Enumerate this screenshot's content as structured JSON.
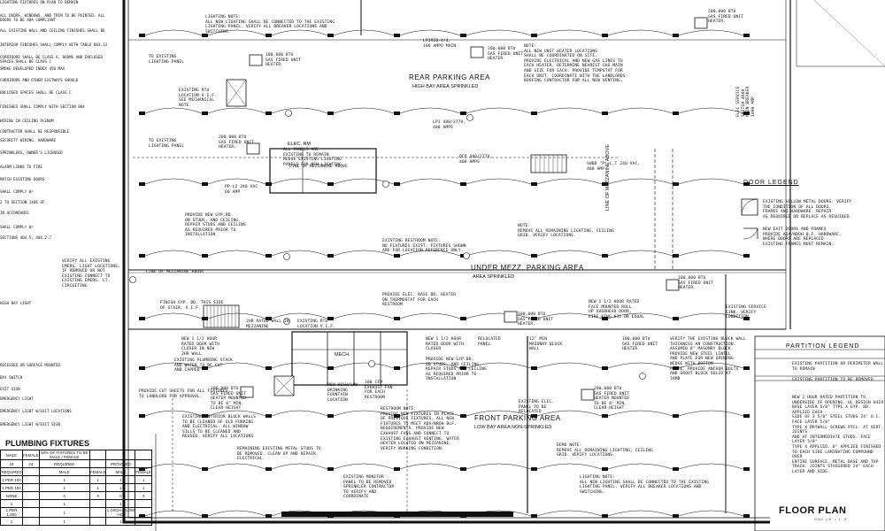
{
  "left_notes": [
    "LIGHTING FIXTURES ON PLAN TO REMAIN",
    "ALL DOORS, WINDOWS, AND TRIM TO BE PAINTED. ALL DOORS TO BE ADA COMPLIANT",
    "ALL EXISTING WALL AND CEILING FINISHES SHALL BE",
    "INTERIOR FINISHES SHALL COMPLY WITH TABLE 803.13",
    "CORRIDORS SHALL BE CLASS A, ROOMS AND ENCLOSED SPACES SHALL BE CLASS C",
    "SMOKE DEVELOPED INDEX 450 MAX",
    "CORRIDORS AND OTHER EXITWAYS SHOULD",
    "ENCLOSED SPACES SHALL BE CLASS C",
    "FINISHES SHALL COMPLY WITH SECTION 804",
    "WIRING IN CEILING PLENUM",
    "CONTRACTOR SHALL BE RESPONSIBLE",
    "SECURITY WIRING, HARDWARE",
    "SPRINKLERS, OWNER'S LICENSED",
    "ALARM LINKS TO FIRE",
    "MATCH EXISTING DOORS",
    "SHALL COMPLY W/",
    "2 TO SECTION 1406 OF",
    "IN ACCORDANCE",
    "SHALL COMPLY W/",
    "SECTIONS 404.5, 404.2.7",
    "HIGH BAY LIGHT",
    "RECESSED OR SURFACE MOUNTED",
    "BAY SWITCH",
    "EXIT SIGN",
    "EMERGENCY LIGHT",
    "EMERGENCY LIGHT W/EXIT LOCATIONS",
    "EMERGENCY LIGHT W/EXIT SIGN"
  ],
  "notes": {
    "lighting_top": "LIGHTING NOTE:\nALL NEW LIGHTING SHALL BE CONNECTED TO THE EXISTING\nLIGHTING PANEL. VERIFY ALL BREAKER LOCATIONS AND\nSWITCHING.",
    "lighting_panel_1": "TO EXISTING\nLIGHTING PANEL",
    "lighting_panel_2": "TO EXISTING\nLIGHTING PANEL",
    "heater_100k_a": "100,000 BTU\nGAS FIRED UNIT\nHEATER.",
    "existing_rtu": "EXISTING RTU\nLOCATION V.I.F.\nSEE MECHANICAL\nNOTE.",
    "heater_200k_a": "200,000 BTU\nGAS FIRED UNIT\nHEATER.",
    "lp_note": "LP1920-4/4,\n100 AMPS MAIN",
    "heater_200k_b": "200,000 BTU\nGAS FIRED UNIT\nHEATER.",
    "gas_note": "NOTE:\nALL NEW UNIT HEATER LOCATIONS\nSHALL BE COORDINATED ON SITE.\nPROVIDE ELECTRICAL AND NEW GAS LINES TO\nEACH HEATER. DETERMINE NEAREST GAS MAIN\nAND SIZE FOR EACH. PROVIDE TEMPSTAT FOR\nEACH UNIT. COORDINATE WITH THE LANDLORDS\nROOFING CONTRACTOR FOR ALL NEW VENTING.",
    "heater_200k_top": "200,000 BTU\nGAS FIRED UNIT\nHEATER.",
    "lp1": "LP1 480/277V,\n400 AMPS",
    "elec_rm": "ELEC. RM",
    "panels_note": "ALL PANELS ARE\nEXISTING TO REMAIN.\nREUSE EXISTING LIGHTING\nPANELS FOR NEW LIGHTING",
    "mezz_above": "LINE OF MEZZANINE ABOVE",
    "dcp": "DCP 480/277V,\n400 AMPS",
    "swbd": "SWBD \"P\"-L,T 240 VAC,\n400 AMP",
    "pp_note": "PP-L2 240 VAC\n60 AMP",
    "stud_note": "PROVIDE NEW GYP.BD.\nON STUDS. AND CEILING.\nREPAIR STUDS AND CEILING\nAS REQUIRED PRIOR TO\nINSTALLATION",
    "restroom_note": "EXISTING RESTROOM NOTE:\nNO FIXTURES EXIST. FIXTURES SHOWN\nARE FOR LOCATION REFERENCE ONLY.",
    "grid_note": "NOTE:\nREMOVE ALL REMAINING LIGHTING, CEILING\nGRID. VERIFY LOCATIONS.",
    "verify_emerg": "VERIFY ALL EXISTING\nEMERG. LIGHT LOCATIONS.\nIF REMOVED OR NOT\nEXISTING CONNECT TO\nEXISTING EMERG. LT.\nCIRCUITING",
    "mezz_line": "LINE OF MEZZANINE ABOVE",
    "finish": "FINISH GYP. BD. THIS SIDE\nOF STAIR. V.I.F.",
    "water_heater": "PROVIDE ELEC. BASE BD. HEATER\nON THERMOSTAT FOR EACH\nRESTROOM",
    "heater_100k_b": "100,000 BTU\nGAS FIRED UNIT\nHEATER.",
    "overhead_door": "NEW 1 1/2 HOUR RATED\nFACE MOUNTED ROLL\nUP OVERHEAD DOOR,\nFIRE KING 631 OR EQUAL",
    "heater_100k_c": "100,000 BTU\nGAS FIRED UNIT\nHEATER.",
    "service_sink": "EXISTING SERVICE\nSINK. VERIFY\nCONDITION.",
    "door_2hr": "NEW 1 1/2 HOUR\nRATED DOOR WITH\nCLOSER IN NEW\n2HR WALL",
    "stack": "EXISTING PLUMBING STACK\nAND WATER TO BE CUT\nAND CAPPED",
    "wall_2hr": "2HR RATED WALL IN\nMEZZANINE",
    "rtu_loc": "EXISTING RTU\nLOCATION V.I.F.",
    "heater_200k_c": "200,000 BTU\nGAS FIRED UNIT\nHEATER MOUNTED\nTO BE 8' MIN.\nCLEAR HEIGHT",
    "mezz_door": "NEW 1 1/2 HOUR\nRATED DOOR WITH\nCLOSER",
    "gyp_note2": "PROVIDE NEW GYP.BD.\nON STUDS. AND CEILING.\nREPAIR STUDS AND CEILING\nAS REQUIRED PRIOR TO\nINSTALLATION",
    "relocated_panel": "RELOCATED\nPANEL",
    "block_wall_min": "12\" MIN\nMASONRY BLOCK\nWALL",
    "heater_100k_d": "100,000 BTU\nGAS FIRED UNIT\nHEATER.",
    "verify_block": "VERIFY THE EXISTING BLOCK WALL\nTHICKNESS AN CONSTRUCTION.\nASSUMED 8\" MASONRY BLOCK.\nPROVIDE NEW STEEL LINTEL\nAND PLATE FOR NEW OPENING\nWEDGE WITH BOTTOM\nPLATE. PROVIDE ANCHOR BOLTS\nAND GROUT BLOCK SOLID AT\nJAMB",
    "fixture_cut": "PROVIDE CUT SHEETS FOR ALL FIXTURES\nTO LANDLORD FOR APPROVAL.",
    "cut_walls": "EXISTING INTERIOR BLOCK WALLS\nTO BE CLEANED OF OLD FURRING\nAND ELECTRICAL. ALL WINDOW\nSILLS TO BE CLEANED AND\nREUSED. VERIFY ALL LOCATIONS",
    "stud_clean": "REMAINING EXISTING METAL STUDS TO\nBE REMOVED. CLEAN UP AND REPAIR\nELECTRICAL.",
    "hi_low": "NEW HIGH/LOW\nDRINKING\nFOUNTAIN\nLOCATION",
    "exhaust": "100 CFM\nEXHAUST FAN\nFOR EACH\nRESTROOM",
    "restroom_fix": "RESTROOM NOTE:\nPROVIDE NEW FIXTURES IN PLACE\nOF PREVIOUS FIXTURES. ALL NEW\nFIXTURES TO MEET ADA/NBOH BLF.\nREQUIREMENTS. PROVIDE NEW\nEXHAUST FANS AND CONNECT TO\nEXISTING EXHAUST VENTING. WATER\nHEATER LOCATED ON MEZZANINE.\nVERIFY WORKING CONDITION.",
    "elec_panel_reloc": "EXISTING ELEC.\nPANEL TO BE\nRELOCATED",
    "heater_200k_d": "200,000 BTU\nGAS FIRED UNIT\nHEATER MOUNTED\nTO BE 8' MIN.\nCLEAR HEIGHT",
    "monitor": "EXISTING MONITOR\nPANEL TO BE REMOVED\nSPRINKLER CONTRACTOR\nTO VERIFY AND\nCOORDINATE",
    "demo": "DEMO NOTE:\nREMOVE ALL REMAINING LIGHTING, CEILING\nGRID. VERIFY LOCATIONS.",
    "lighting_bottom": "LIGHTING NOTE:\nALL NEW LIGHTING SHALL BE CONNECTED TO THE EXISTING\nLIGHTING PANEL. VERIFY ALL BREAKER LOCATIONS AND\nSWITCHING.",
    "door_legend_1": "EXISTING HOLLOW METAL DOORS. VERIFY\nTHE CONDITION OF ALL DOORS,\nFRAMES AND HARDWARE. REPAIR\nAS REQUIRED OR REPLACE AS REQUIRED.",
    "door_legend_2": "NEW EXIT DOORS AND FRAMES\nPROVIDE ADA/NBOH B.F. HARDWARE.\nWHERE DOORS ARE REPLACED\nEXISTING FRAMES MUST REMAIN.",
    "partition_1": "EXISTING PARTITION OR PERIMETER WALL TO REMAIN",
    "partition_2": "EXISTING PARTITION TO BE REMOVED",
    "partition_3": "NEW 2 HOUR RATED PARTITION TO\nUNDERSIDE OF OPENING. UL DESIGN U419\nBASE LAYER 5/8\" TYPE X GYP. BD. APPLIED EACH\nSIDE OF 3 5/8\" STEEL STUDS 24\" O.C. FACE LAYER 5/8\"\nTYPE X DRYWALL SCREWS PTCL. AT VERT. JOINTS\nAND AT INTERMEDIATE STUDS. FACE LAYER 5/8\"\nTYPE X APPLIED. 8\" APPLIED FINISHED\nTO EACH SIDE LAMINATING COMPOUND OVER\nENTIRE SURFACE. METAL BASE AND TOP\nTRACK. JOINTS STAGGERED 24\" EACH LAYER AND SIDE.",
    "elec_service": "ELEC SERVICE\nSWITCH 480V\nMAIN BREAKER\n1000 AMP"
  },
  "labels": {
    "rear_area": "REAR PARKING AREA",
    "rear_sub": "HIGH BAY AREA SPRINKLED",
    "under_area": "UNDER MEZZ. PARKING AREA",
    "under_sub": "AREA SPRINKLED",
    "front_area": "FRONT PARKING AREA",
    "front_sub": "LOW BAY AREA NON-SPRINKLED",
    "mezz_side": "LINE OF MEZZANINE ABOVE",
    "mech": "MECH."
  },
  "legends": {
    "door": "DOOR LEGEND",
    "partition": "PARTITION LEGEND"
  },
  "plumbing": {
    "title": "PLUMBING FIXTURES",
    "rows": [
      [
        "MALE",
        "FEMALE",
        "50% OF FIXTURES TO BE MALE / FEMALE",
        "",
        "",
        ""
      ],
      [
        "24",
        "24",
        "REQUIRED",
        "",
        "PROVIDED",
        ""
      ],
      [
        "REQUIRED",
        "",
        "MALE",
        "FEMALE",
        "MALE",
        "FEMALE"
      ],
      [
        "1 PER 100",
        "",
        "1",
        "1",
        "1",
        "1"
      ],
      [
        "1 PER 100",
        "",
        "1",
        "1",
        "1",
        "1"
      ],
      [
        "NONE",
        "",
        "0",
        "0",
        "0",
        "0"
      ],
      [
        "1",
        "",
        "1",
        "",
        "1",
        ""
      ],
      [
        "1 PER 1,000",
        "",
        "1",
        "",
        "1 (HIGH & LOW HC)",
        ""
      ],
      [
        "1",
        "",
        "1",
        "",
        "1",
        ""
      ]
    ]
  },
  "title_block": {
    "title": "FLOOR PLAN",
    "scale": "SCALE 1/8\" = 1'-0\""
  }
}
